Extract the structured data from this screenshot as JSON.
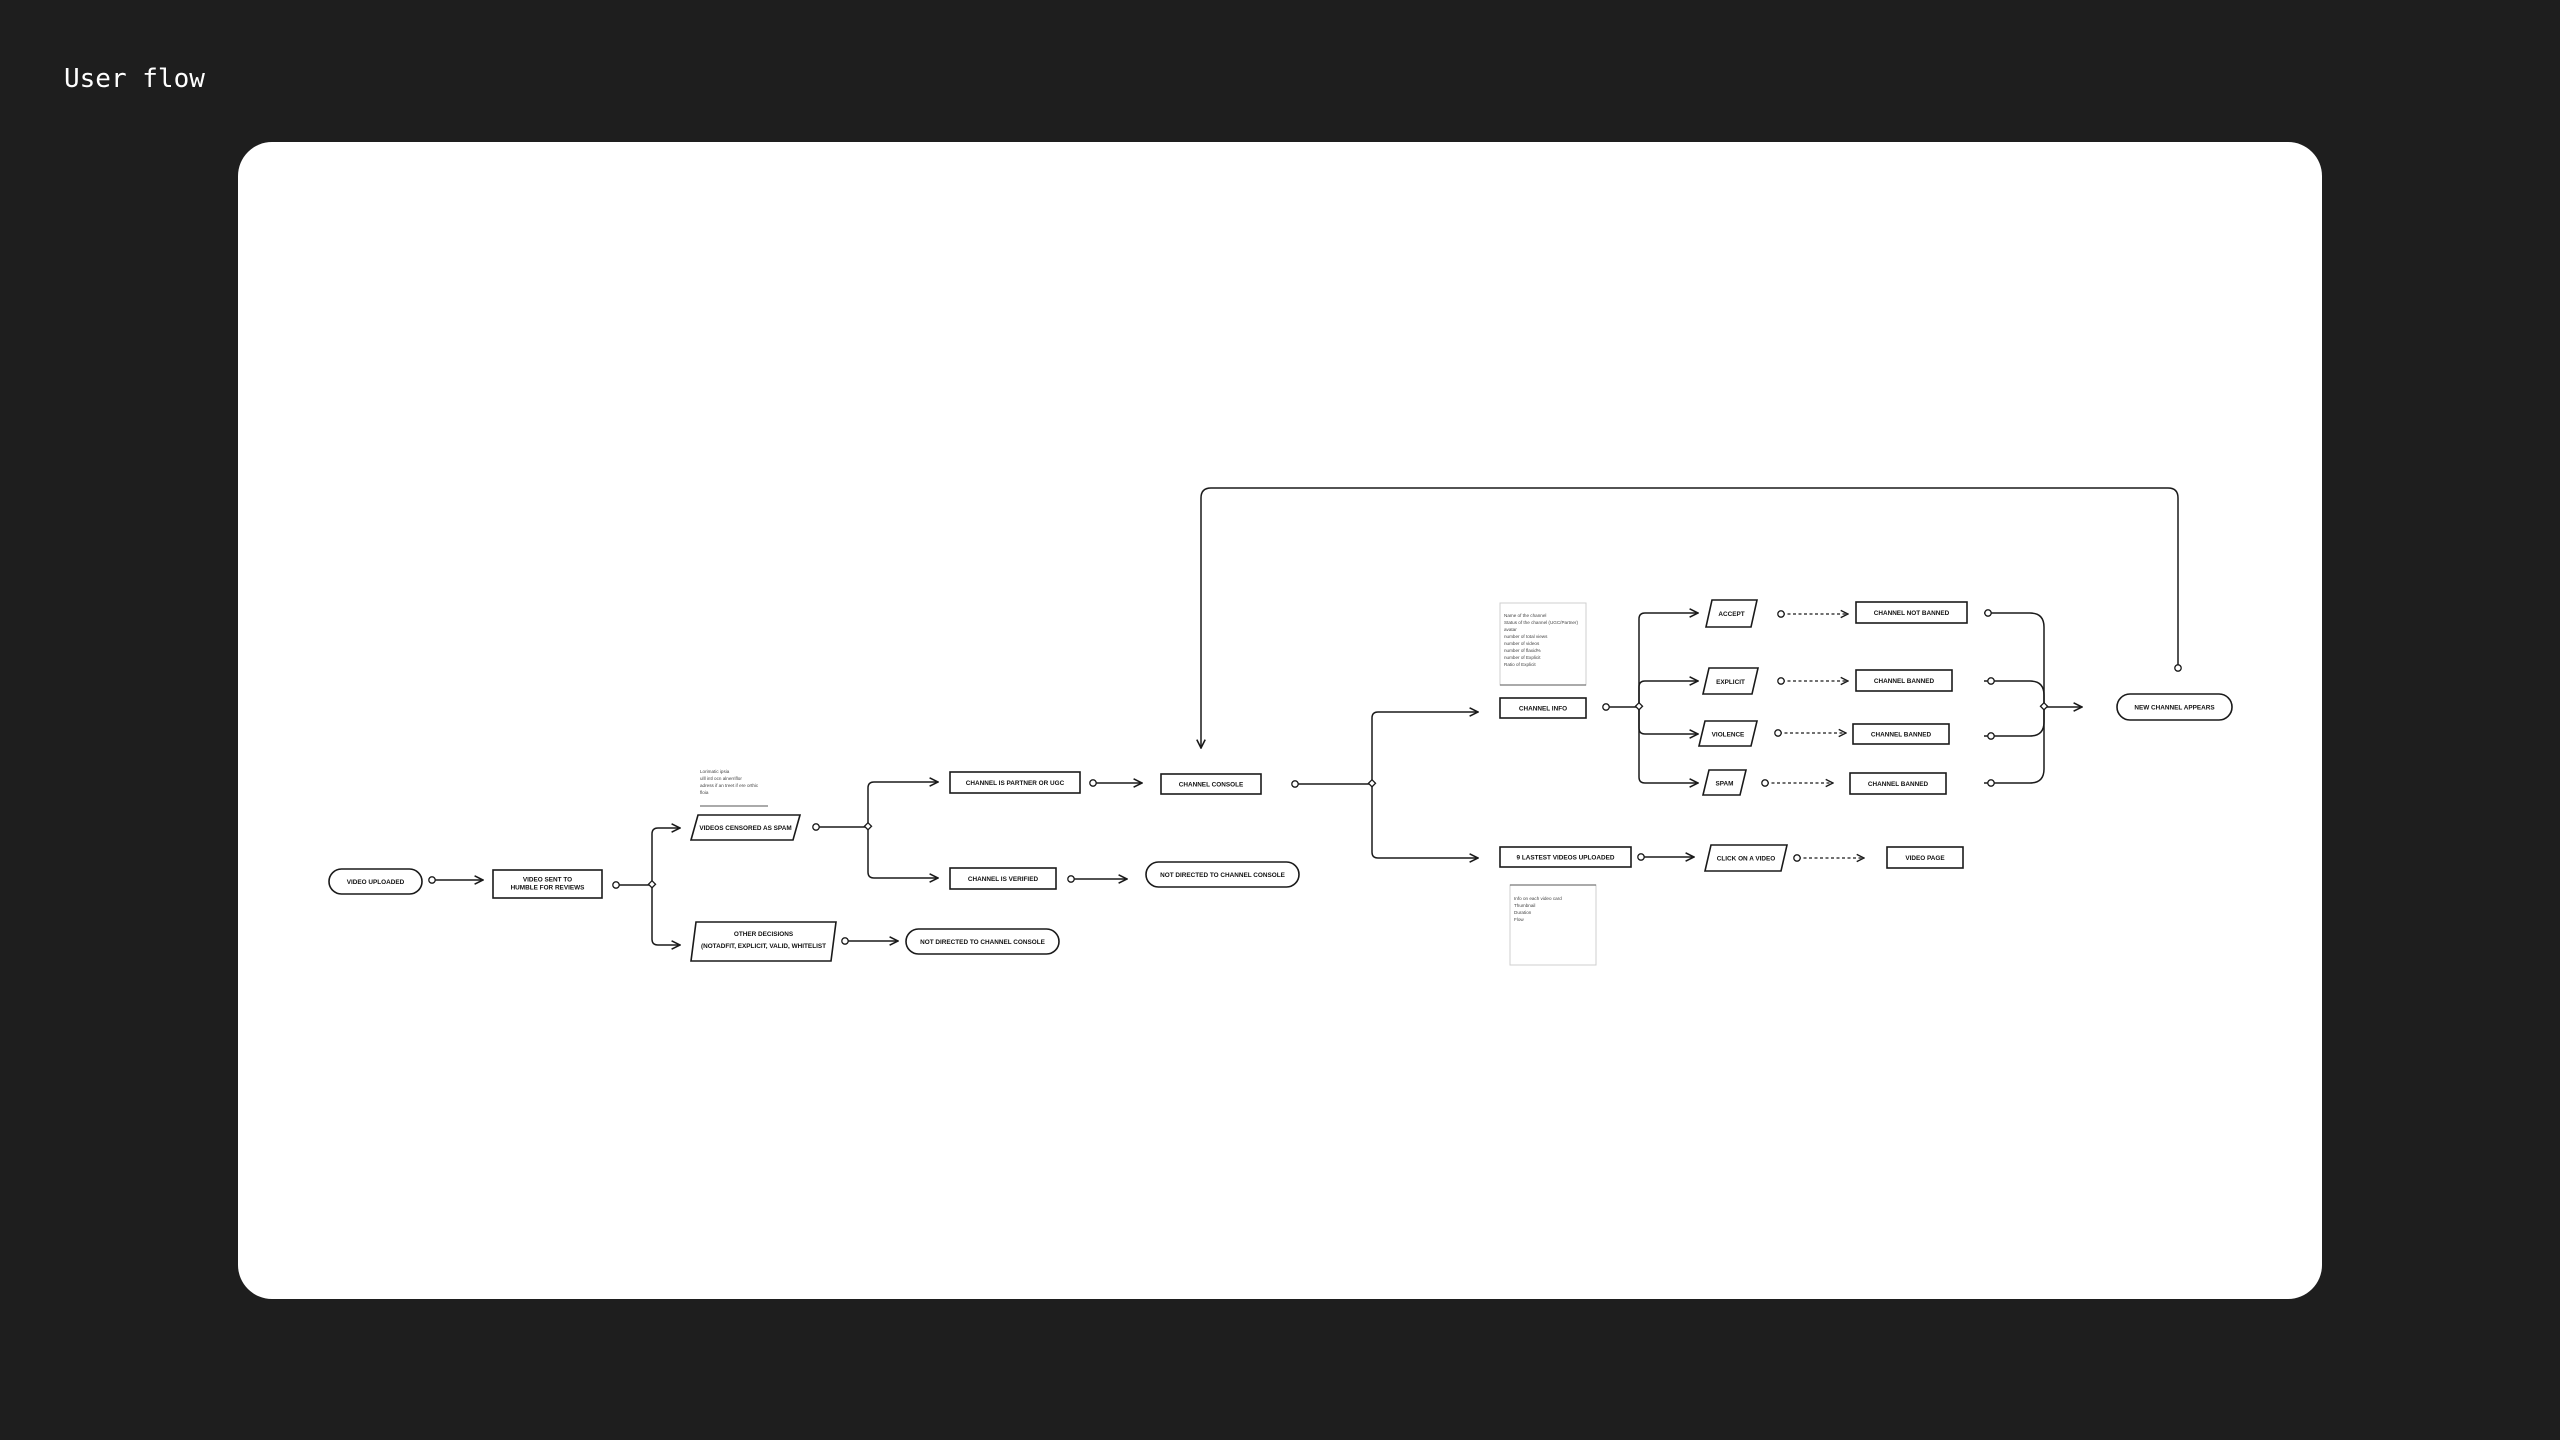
{
  "header": {
    "title": "User flow"
  },
  "flow": {
    "video_uploaded": "VIDEO UPLOADED",
    "video_sent_line1": "VIDEO SENT TO",
    "video_sent_line2": "HUMBLE FOR REVIEWS",
    "videos_censored_spam": "VIDEOS CENSORED AS SPAM",
    "spam_note": [
      "Lorimatic ipsia",
      "ulll intl ocn alnerriflor",
      "adress if an treet if ere orthic",
      "floia"
    ],
    "other_decisions_line1": "OTHER DECISIONS",
    "other_decisions_line2": "(NOTADFIT, EXPLICIT, VALID, WHITELIST",
    "not_directed_1": "NOT DIRECTED TO CHANNEL CONSOLE",
    "channel_partner_ugc": "CHANNEL IS PARTNER OR UGC",
    "channel_verified": "CHANNEL IS VERIFIED",
    "channel_console": "CHANNEL CONSOLE",
    "not_directed_2": "NOT DIRECTED TO CHANNEL CONSOLE",
    "channel_info": "CHANNEL INFO",
    "channel_info_note": [
      "Name of the channel",
      "Status of the channel (UGC/Partner)",
      "avatar",
      "number of total views",
      "number of videos",
      "number of flaxid%",
      "number of Explicit",
      "Ratio of Explicit"
    ],
    "latest_videos": "9 LASTEST VIDEOS UPLOADED",
    "latest_videos_note": [
      "Info on each video card",
      "Thumbnail",
      "Duration",
      "Flow"
    ],
    "click_on_video": "CLICK ON A VIDEO",
    "video_page": "VIDEO PAGE",
    "accept": "ACCEPT",
    "explicit": "EXPLICIT",
    "violence": "VIOLENCE",
    "spam": "SPAM",
    "channel_not_banned": "CHANNEL NOT BANNED",
    "channel_banned_1": "CHANNEL BANNED",
    "channel_banned_2": "CHANNEL BANNED",
    "channel_banned_3": "CHANNEL BANNED",
    "new_channel_appears": "NEW CHANNEL APPEARS"
  }
}
